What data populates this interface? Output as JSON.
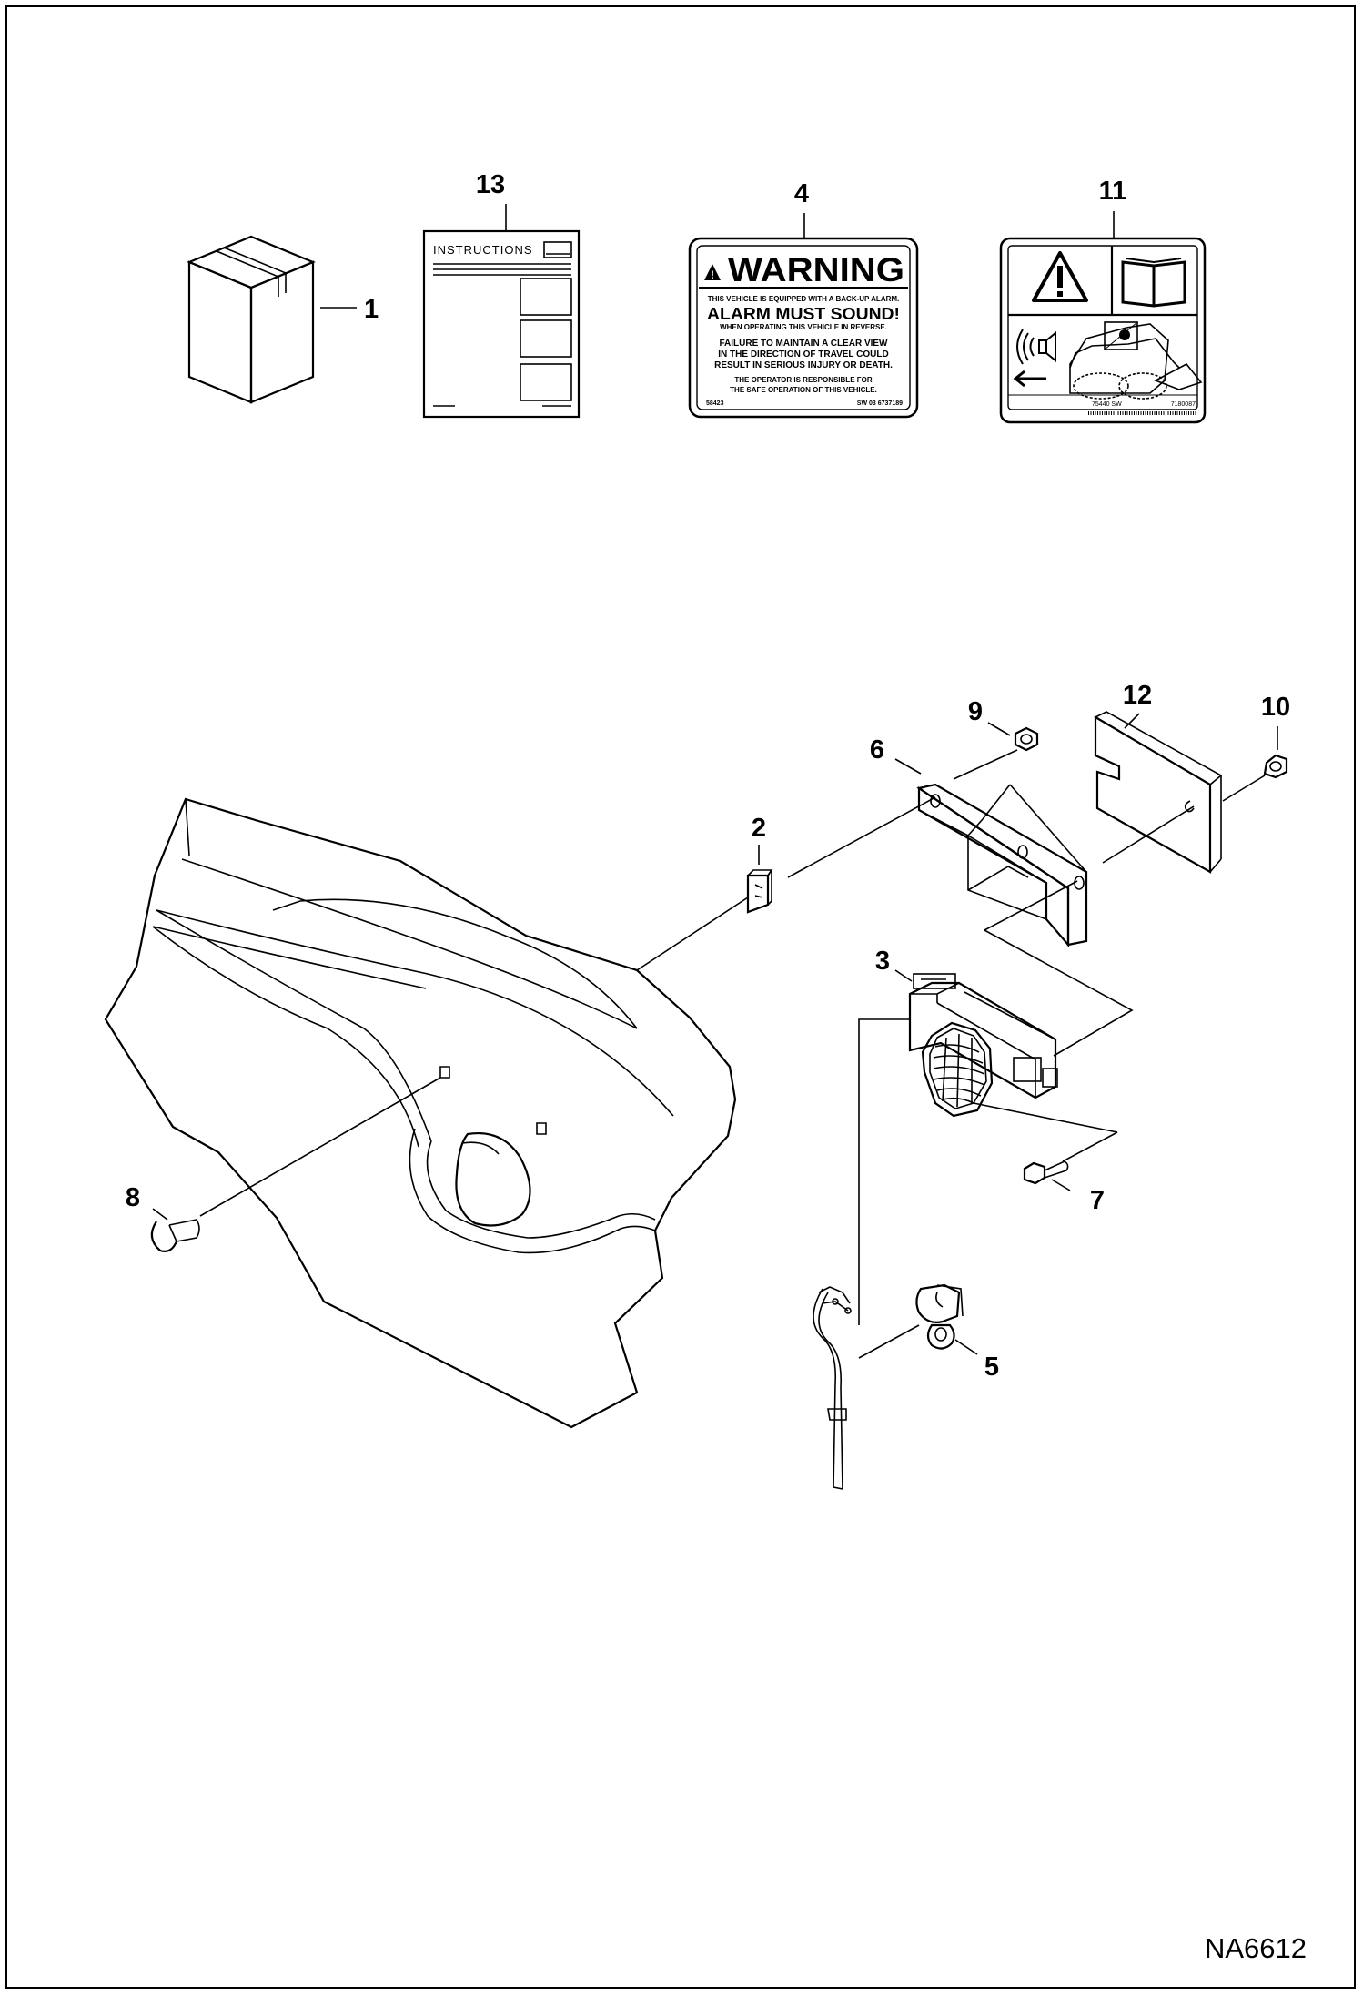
{
  "drawing_id": "NA6612",
  "callouts": {
    "c1": "1",
    "c2": "2",
    "c3": "3",
    "c4": "4",
    "c5": "5",
    "c6": "6",
    "c7": "7",
    "c8": "8",
    "c9": "9",
    "c10": "10",
    "c11": "11",
    "c12": "12",
    "c13": "13"
  },
  "instructions_sheet": {
    "title": "INSTRUCTIONS"
  },
  "warning_decal": {
    "header": "WARNING",
    "line1": "THIS VEHICLE IS EQUIPPED WITH A BACK-UP ALARM.",
    "line2": "ALARM MUST SOUND!",
    "line3": "WHEN OPERATING THIS VEHICLE IN REVERSE.",
    "line4": "FAILURE TO MAINTAIN A CLEAR VIEW",
    "line5": "IN THE DIRECTION OF TRAVEL COULD",
    "line6": "RESULT IN SERIOUS INJURY OR DEATH.",
    "line7": "THE OPERATOR IS RESPONSIBLE FOR",
    "line8": "THE SAFE OPERATION OF THIS VEHICLE.",
    "code_left": "58423",
    "code_right": "SW 03 6737189"
  },
  "pictorial_decal": {
    "code_left": "75440 SW",
    "code_right": "7180087"
  }
}
